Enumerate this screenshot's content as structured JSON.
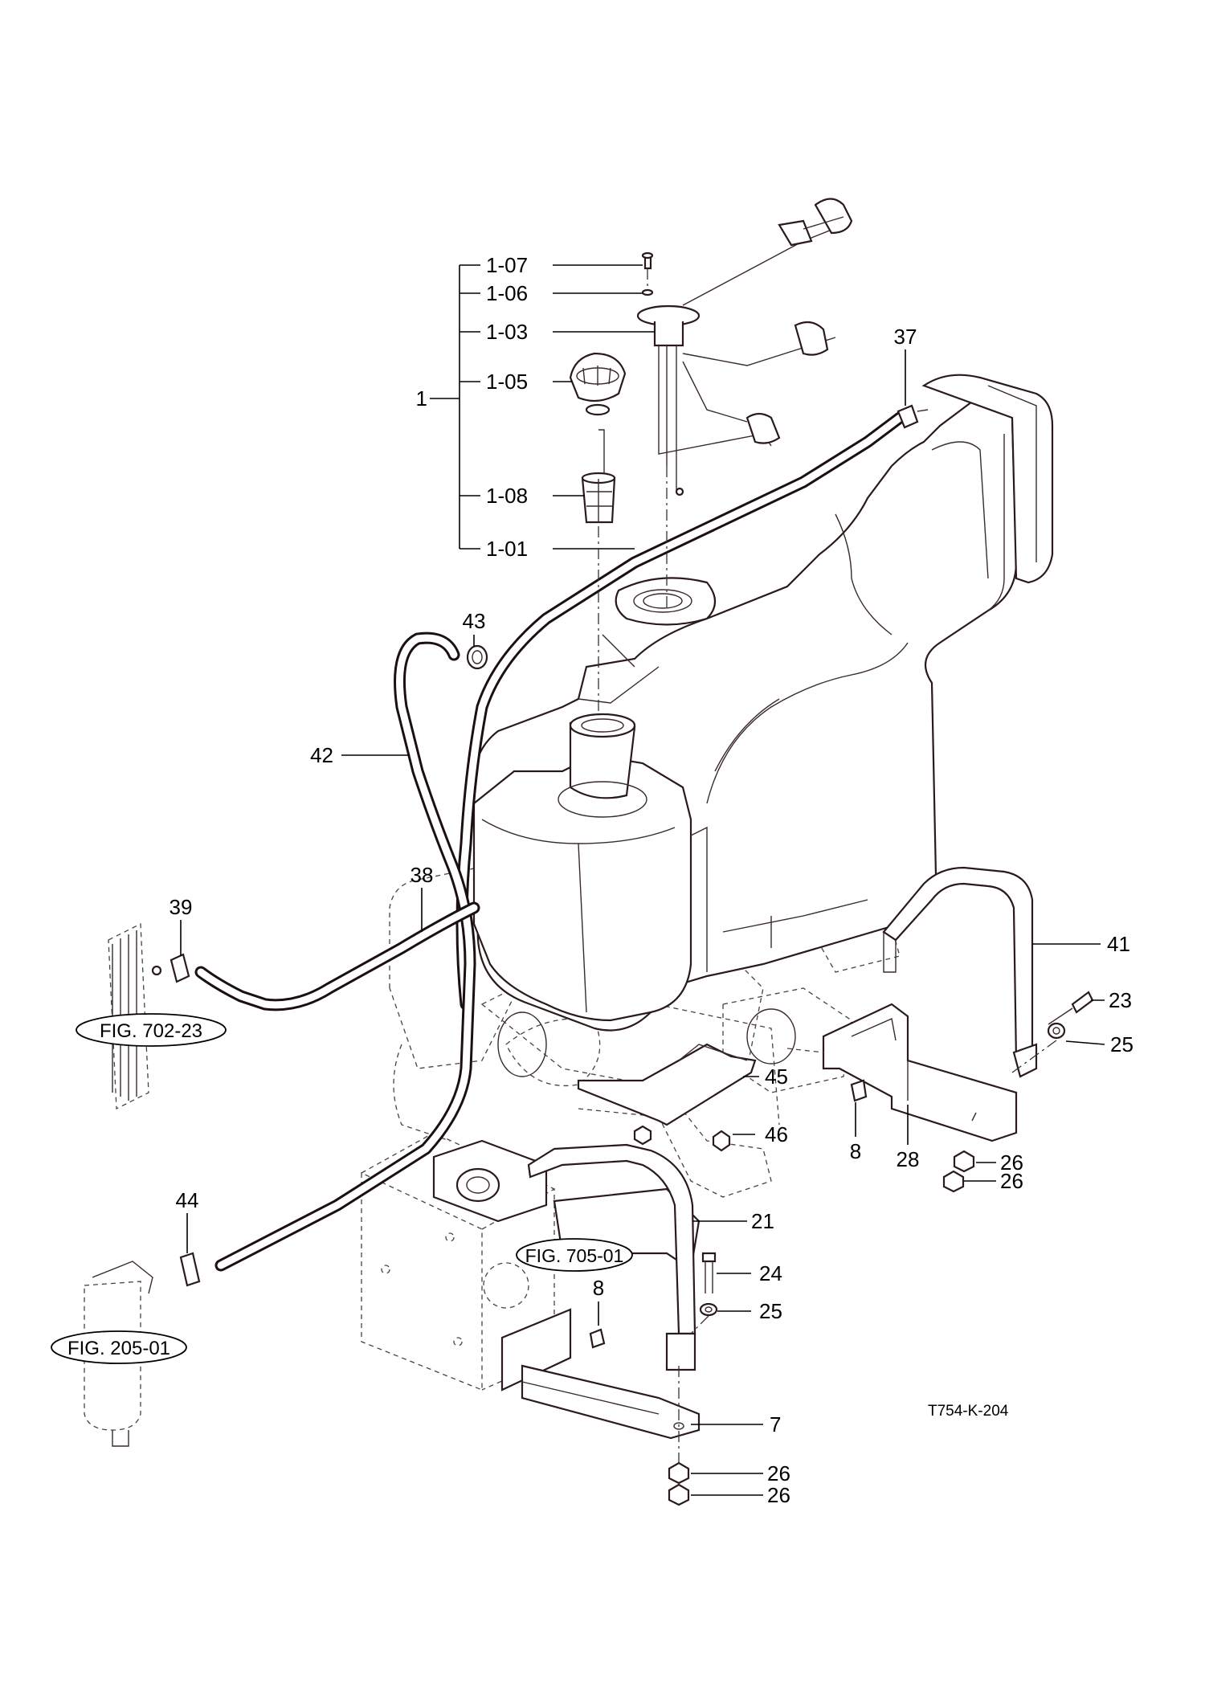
{
  "drawing_code": "T754-K-204",
  "group": {
    "parent": "1",
    "children": [
      "1-07",
      "1-06",
      "1-03",
      "1-05",
      "1-08",
      "1-01"
    ]
  },
  "callouts": {
    "c37": "37",
    "c43": "43",
    "c42": "42",
    "c38": "38",
    "c39": "39",
    "c41": "41",
    "c23": "23",
    "c25a": "25",
    "c45": "45",
    "c46": "46",
    "c8a": "8",
    "c28": "28",
    "c26a": "26",
    "c26b": "26",
    "c44": "44",
    "c21": "21",
    "c24": "24",
    "c8b": "8",
    "c25b": "25",
    "c7": "7",
    "c26c": "26",
    "c26d": "26"
  },
  "figure_refs": {
    "fig_702": "FIG. 702-23",
    "fig_705": "FIG. 705-01",
    "fig_205": "FIG. 205-01"
  }
}
